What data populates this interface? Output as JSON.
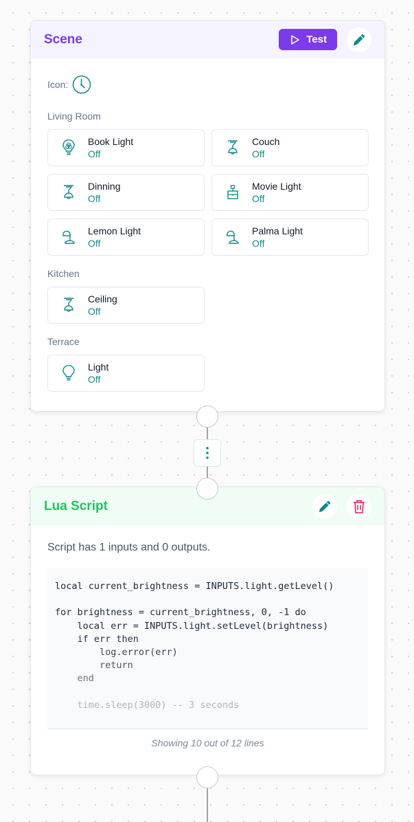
{
  "scene_card": {
    "title": "Scene",
    "test_button_label": "Test",
    "icon_label": "Icon:",
    "icon": "clock-icon",
    "colors": {
      "title": "#7c3aed",
      "header_bg": "#f5f3ff",
      "test_button_bg": "#7c3aed",
      "accent": "#0f8a8a"
    },
    "rooms": [
      {
        "name": "Living Room",
        "devices": [
          {
            "name": "Book Light",
            "state": "Off",
            "icon": "color-bulb-icon"
          },
          {
            "name": "Couch",
            "state": "Off",
            "icon": "pendant-lamp-icon"
          },
          {
            "name": "Dinning",
            "state": "Off",
            "icon": "pendant-lamp-icon"
          },
          {
            "name": "Movie Light",
            "state": "Off",
            "icon": "chandelier-icon"
          },
          {
            "name": "Lemon Light",
            "state": "Off",
            "icon": "desk-lamp-icon"
          },
          {
            "name": "Palma Light",
            "state": "Off",
            "icon": "desk-lamp-icon"
          }
        ]
      },
      {
        "name": "Kitchen",
        "devices": [
          {
            "name": "Ceiling",
            "state": "Off",
            "icon": "pendant-lamp-icon"
          }
        ]
      },
      {
        "name": "Terrace",
        "devices": [
          {
            "name": "Light",
            "state": "Off",
            "icon": "light-bulb-icon"
          }
        ]
      }
    ]
  },
  "lua_card": {
    "title": "Lua Script",
    "summary": "Script has 1 inputs and 0 outputs.",
    "colors": {
      "title": "#22c55e",
      "header_bg": "#f0fdf4",
      "delete": "#e11d48"
    },
    "code_lines": [
      "local current_brightness = INPUTS.light.getLevel()",
      "",
      "for brightness = current_brightness, 0, -1 do",
      "    local err = INPUTS.light.setLevel(brightness)",
      "    if err then",
      "        log.error(err)",
      "        return",
      "    end",
      "",
      "    time.sleep(3000) -- 3 seconds"
    ],
    "footer": "Showing 10 out of 12 lines"
  }
}
